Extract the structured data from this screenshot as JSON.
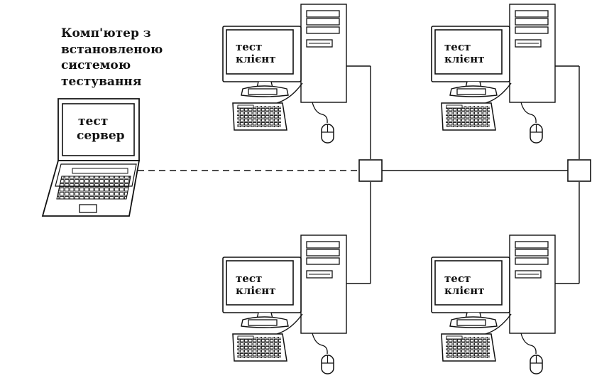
{
  "caption": {
    "line1": "Комп'ютер з",
    "line2": "встановленою",
    "line3": "системою",
    "line4": "тестування"
  },
  "server": {
    "line1": "тест",
    "line2": "сервер"
  },
  "clients": [
    {
      "line1": "тест",
      "line2": "клієнт"
    },
    {
      "line1": "тест",
      "line2": "клієнт"
    },
    {
      "line1": "тест",
      "line2": "клієнт"
    },
    {
      "line1": "тест",
      "line2": "клієнт"
    }
  ]
}
